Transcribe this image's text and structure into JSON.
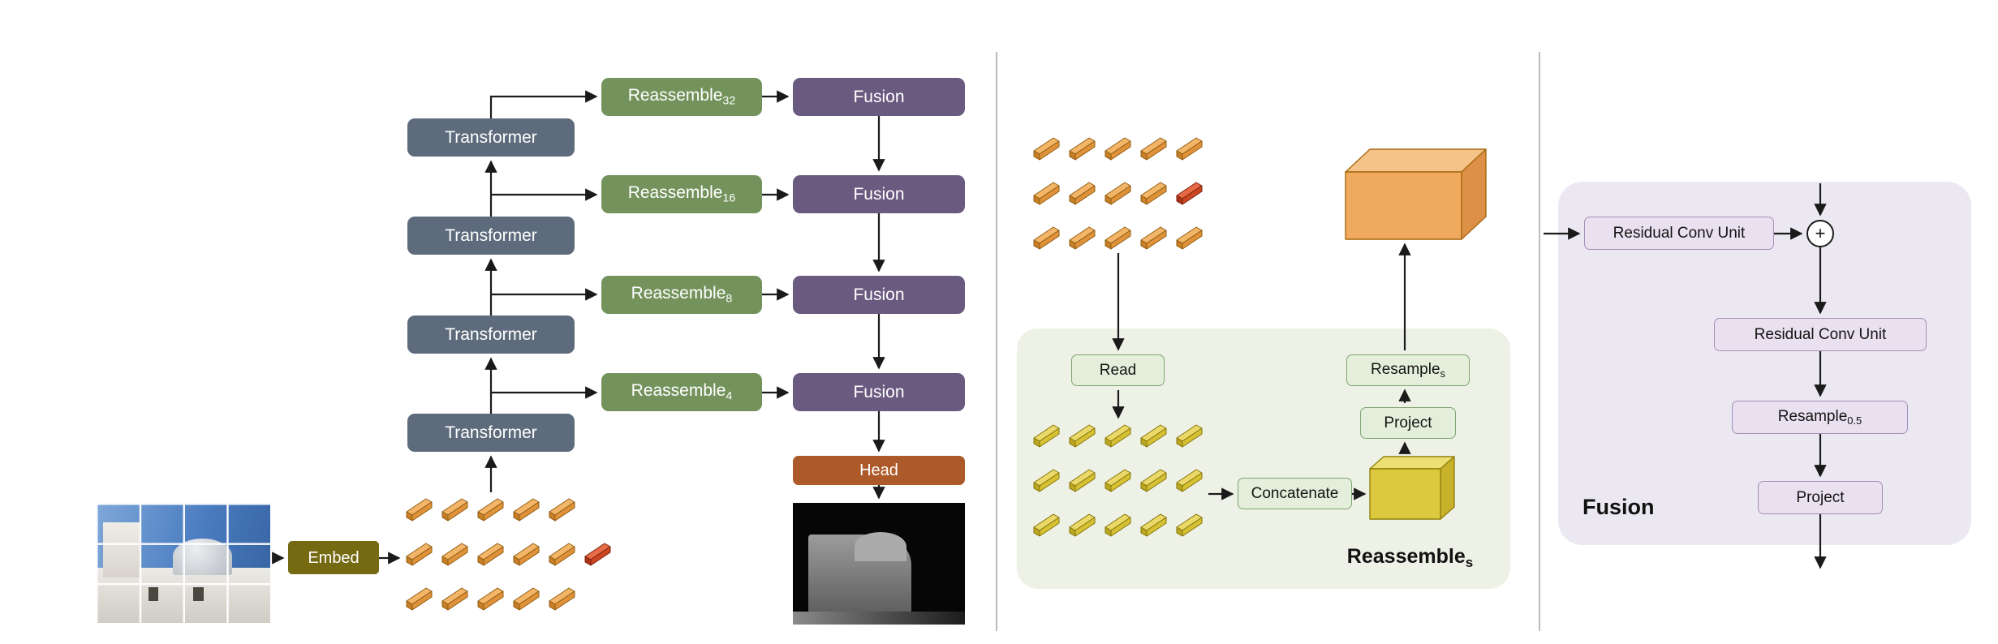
{
  "overview": {
    "embed_label": "Embed",
    "transformers": [
      "Transformer",
      "Transformer",
      "Transformer",
      "Transformer"
    ],
    "reassembles": [
      {
        "base": "Reassemble",
        "sub": "32"
      },
      {
        "base": "Reassemble",
        "sub": "16"
      },
      {
        "base": "Reassemble",
        "sub": "8"
      },
      {
        "base": "Reassemble",
        "sub": "4"
      }
    ],
    "fusions": [
      "Fusion",
      "Fusion",
      "Fusion",
      "Fusion"
    ],
    "head_label": "Head"
  },
  "reassemble_detail": {
    "read_label": "Read",
    "concatenate_label": "Concatenate",
    "project_label": "Project",
    "resample": {
      "base": "Resample",
      "sub": "s"
    },
    "title": {
      "base": "Reassemble",
      "sub": "s"
    }
  },
  "fusion_detail": {
    "rcu_labels": [
      "Residual Conv Unit",
      "Residual Conv Unit"
    ],
    "resample": {
      "base": "Resample",
      "sub": "0.5"
    },
    "project_label": "Project",
    "plus_label": "+",
    "title": "Fusion"
  },
  "colors": {
    "transformer_blue": "#5d6b7c",
    "reassemble_green": "#74935c",
    "fusion_purple": "#6b5a80",
    "head_rust": "#ad5a2a",
    "embed_olive": "#756a12",
    "token_orange": "#e0923a",
    "token_red": "#cc4621",
    "token_yellow": "#d6c134",
    "detail_green_bg": "#eef1e6",
    "detail_green_box": "#e4efdb",
    "detail_purple_bg": "#ebe8f1",
    "detail_purple_box": "#e9e0f0"
  }
}
